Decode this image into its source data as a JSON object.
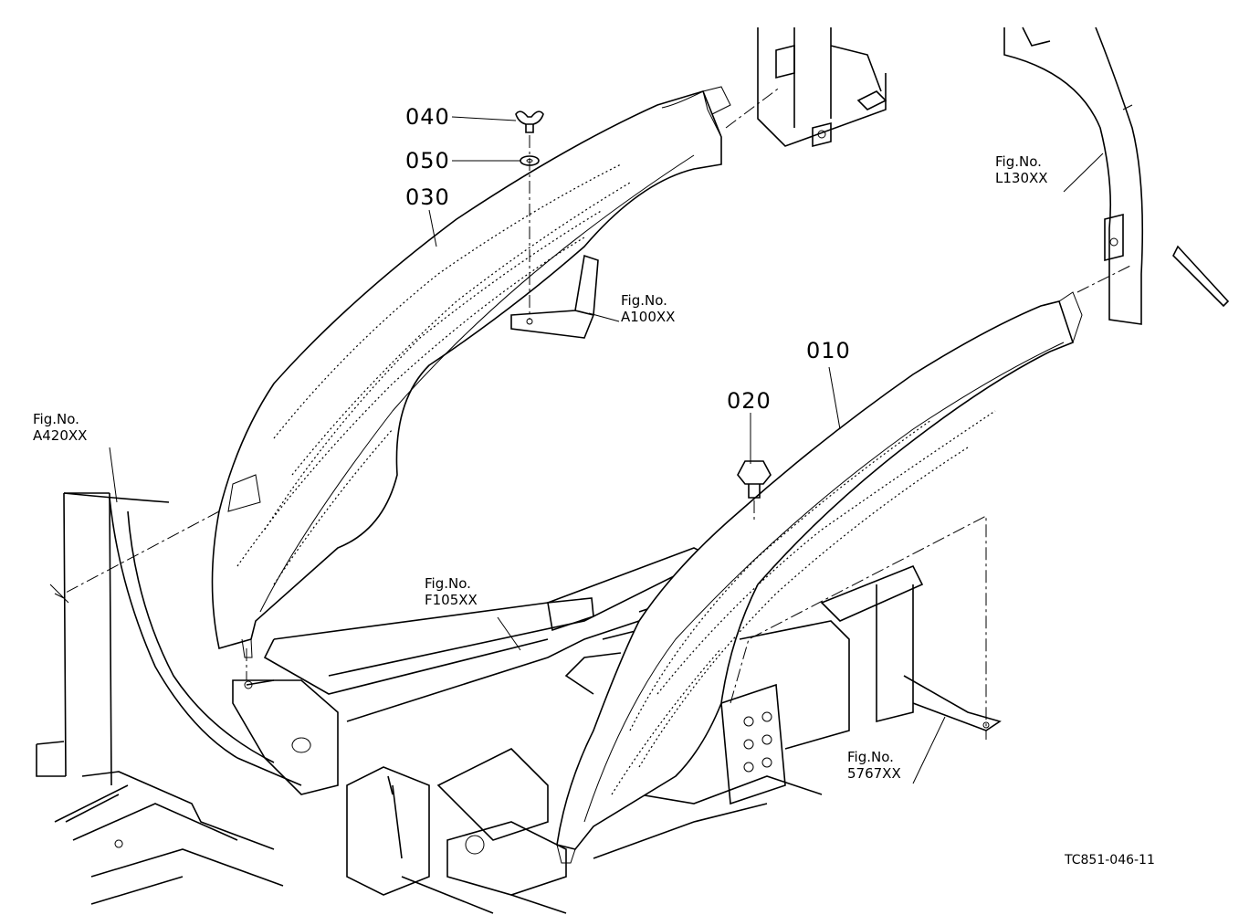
{
  "parts": [
    {
      "id": "p010",
      "label": "010"
    },
    {
      "id": "p020",
      "label": "020"
    },
    {
      "id": "p030",
      "label": "030"
    },
    {
      "id": "p040",
      "label": "040"
    },
    {
      "id": "p050",
      "label": "050"
    }
  ],
  "refs": {
    "l130": {
      "line1": "Fig.No.",
      "line2": "L130XX"
    },
    "a100": {
      "line1": "Fig.No.",
      "line2": "A100XX"
    },
    "a420": {
      "line1": "Fig.No.",
      "line2": "A420XX"
    },
    "f105": {
      "line1": "Fig.No.",
      "line2": "F105XX"
    },
    "s5767": {
      "line1": "Fig.No.",
      "line2": "5767XX"
    }
  },
  "drawing_code": "TC851-046-11"
}
